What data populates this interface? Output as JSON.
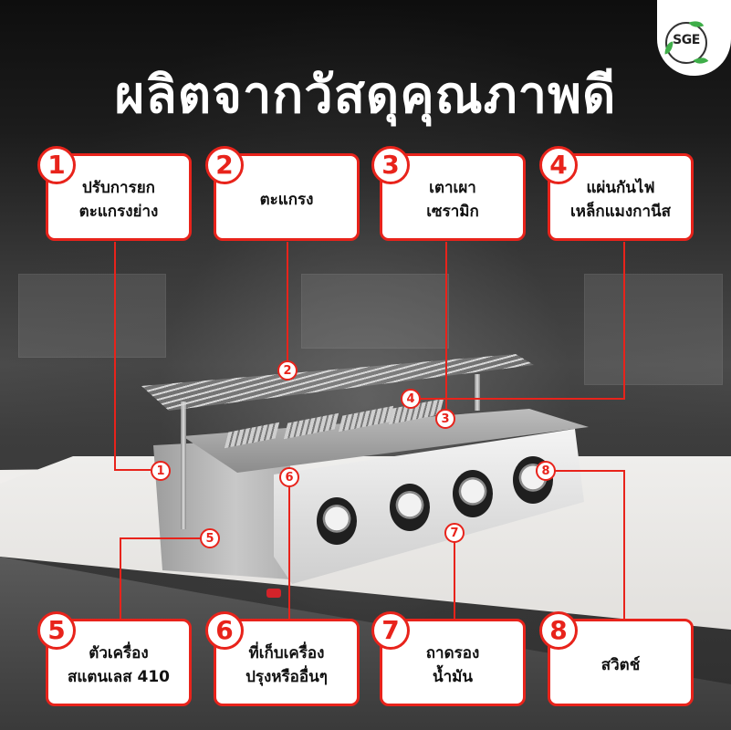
{
  "brand": {
    "logo_text": "SGE",
    "logo_icon": "recycle-leaf-ring-icon",
    "accent_color": "#e8231b",
    "leaf_color": "#3fae49"
  },
  "title": "ผลิตจากวัสดุคุณภาพดี",
  "features_top": [
    {
      "number": "1",
      "label": "ปรับการยก\nตะแกรงย่าง"
    },
    {
      "number": "2",
      "label": "ตะแกรง"
    },
    {
      "number": "3",
      "label": "เตาเผา\nเซรามิก"
    },
    {
      "number": "4",
      "label": "แผ่นกันไฟ\nเหล็กแมงกานีส"
    }
  ],
  "features_bottom": [
    {
      "number": "5",
      "label": "ตัวเครื่อง\nสแตนเลส 410"
    },
    {
      "number": "6",
      "label": "ที่เก็บเครื่อง\nปรุงหรืออื่นๆ"
    },
    {
      "number": "7",
      "label": "ถาดรอง\nน้ำมัน"
    },
    {
      "number": "8",
      "label": "สวิตช์"
    }
  ],
  "markers": [
    "1",
    "2",
    "3",
    "4",
    "5",
    "6",
    "7",
    "8"
  ],
  "product": {
    "description": "4-burner stainless gas grill with raised grate",
    "burner_count": 4,
    "knob_count": 4
  }
}
